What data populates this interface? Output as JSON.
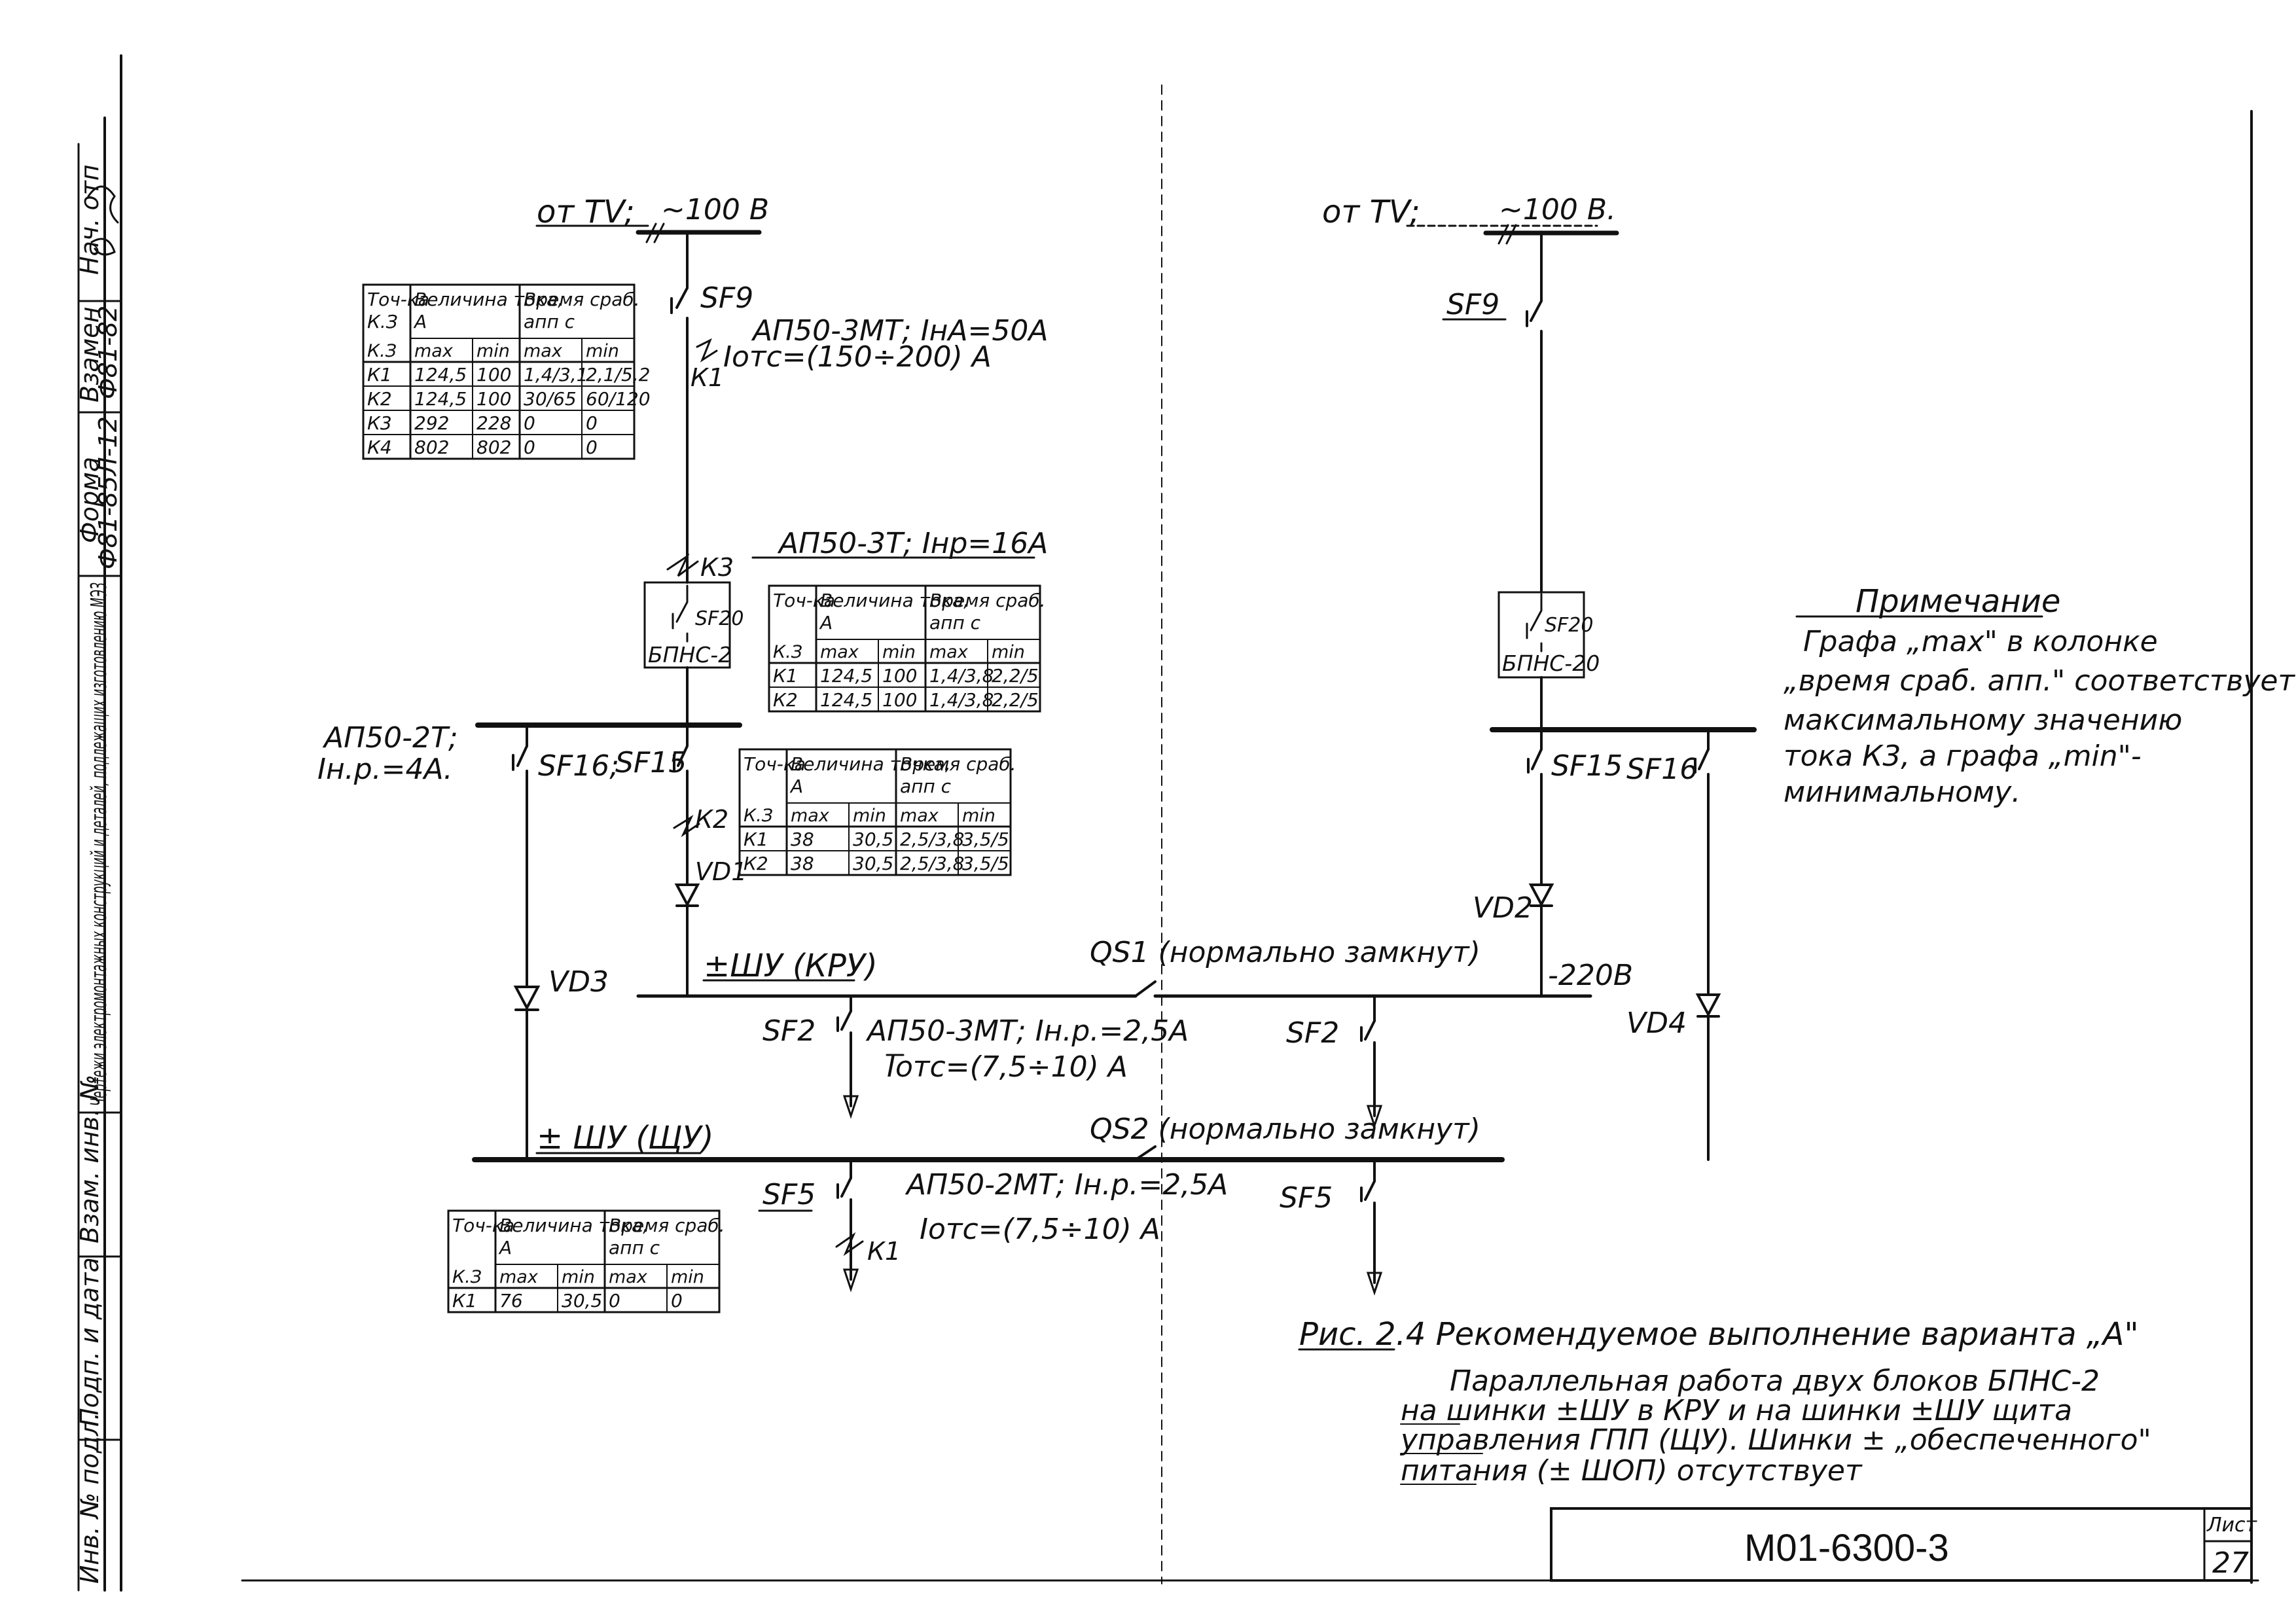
{
  "stamp_margin": {
    "cols": [
      {
        "header": "Нач. отп",
        "value": ""
      },
      {
        "header": "Взамен",
        "value": "Ф81-82"
      },
      {
        "header": "Форма",
        "value": "Ф81-85Л-12"
      },
      {
        "header": "Чертежи электромонтажных конструкций и деталей, подлежащих изготовлению МЭЗ",
        "value": ""
      },
      {
        "header": "Взам. инв. №",
        "value": ""
      },
      {
        "header": "Подп. и дата",
        "value": ""
      },
      {
        "header": "Инв. № подл.",
        "value": ""
      }
    ]
  },
  "left_circuit": {
    "source": {
      "from": "от TV;",
      "voltage": "~100 В"
    },
    "sf9": {
      "label": "SF9",
      "breaker": "АП50-3МТ; IнА=50А",
      "cutoff": "Iотс=(150÷200) А",
      "point": "К1"
    },
    "point_k3": "К3",
    "sf20_breaker": "АП50-3Т; Iнр=16А",
    "unit": {
      "switch": "SF20",
      "label": "БПНС-2"
    },
    "sf16": {
      "breaker": "АП50-2Т;",
      "rating": "Iн.р.=4А.",
      "label": "SF16;"
    },
    "sf15": {
      "label": "SF15",
      "point": "К2"
    },
    "vd1": "VD1",
    "vd3": "VD3",
    "bus_kru": "±ШУ (КРУ)",
    "bus_shchu": "± ШУ (ЩУ)",
    "sf2": {
      "label": "SF2",
      "breaker": "АП50-3МТ; Iн.р.=2,5А",
      "cutoff": "Iотс=(7,5÷10) А"
    },
    "sf5": {
      "label": "SF5",
      "breaker": "АП50-2МТ; Iн.р.=2,5А",
      "cutoff": "Iотс=(7,5÷10) А",
      "point": "К1"
    }
  },
  "right_circuit": {
    "source": {
      "from": "от TV;",
      "voltage": "~100 В."
    },
    "sf9": "SF9",
    "unit": {
      "switch": "SF20",
      "label": "БПНС-20"
    },
    "sf15": "SF15",
    "sf16": "SF16",
    "vd2": "VD2",
    "vd4": "VD4",
    "voltage_label": "-220В",
    "qs1": "QS1 (нормально замкнут)",
    "qs2": "QS2 (нормально замкнут)",
    "sf2": "SF2",
    "sf5": "SF5"
  },
  "tables": {
    "t1": {
      "header": [
        "Точ-ка К.З",
        "Величина тока, А",
        "Время сраб. апп с"
      ],
      "sub": [
        "К.З",
        "max",
        "min",
        "max",
        "min"
      ],
      "rows": [
        [
          "К1",
          "124,5",
          "100",
          "1,4/3,1",
          "2,1/5,2"
        ],
        [
          "К2",
          "124,5",
          "100",
          "30/65",
          "60/120"
        ],
        [
          "К3",
          "292",
          "228",
          "0",
          "0"
        ],
        [
          "К4",
          "802",
          "802",
          "0",
          "0"
        ]
      ]
    },
    "t2": {
      "header": [
        "Точ-ка",
        "Величина тока, А",
        "Время сраб. апп с"
      ],
      "sub": [
        "К.З",
        "max",
        "min",
        "max",
        "min"
      ],
      "rows": [
        [
          "К1",
          "124,5",
          "100",
          "1,4/3,8",
          "2,2/5"
        ],
        [
          "К2",
          "124,5",
          "100",
          "1,4/3,8",
          "2,2/5"
        ]
      ]
    },
    "t3": {
      "header": [
        "Точ-ка",
        "Величина точка, А",
        "Время сраб. апп с"
      ],
      "sub": [
        "К.З",
        "max",
        "min",
        "max",
        "min"
      ],
      "rows": [
        [
          "К1",
          "38",
          "30,5",
          "2,5/3,8",
          "3,5/5"
        ],
        [
          "К2",
          "38",
          "30,5",
          "2,5/3,8",
          "3,5/5"
        ]
      ]
    },
    "t4": {
      "header": [
        "Точ-ка",
        "Величина тока, А",
        "Время сраб. апп с"
      ],
      "sub": [
        "К.З",
        "max",
        "min",
        "max",
        "min"
      ],
      "rows": [
        [
          "К1",
          "76",
          "30,5",
          "0",
          "0"
        ]
      ]
    }
  },
  "note": {
    "title": "Примечание",
    "lines": [
      "Графа „max\" в колонке",
      "„время сраб. апп.\" соответствует",
      "максимальному значению",
      "тока К3, а графа „min\"-",
      "минимальному."
    ]
  },
  "caption": {
    "title": "Рис. 2.4   Рекомендуемое выполнение варианта „А\"",
    "lines": [
      "Параллельная работа двух блоков БПНС-2",
      "на шинки ±ШУ в КРУ и на шинки ±ШУ щита",
      "управления ГПП (ЩУ). Шинки ± „обеспеченного\"",
      "питания (± ШОП) отсутствует"
    ]
  },
  "title_block": {
    "code": "М01-6300-3",
    "sheet_label": "Лист",
    "sheet_number": "27"
  }
}
